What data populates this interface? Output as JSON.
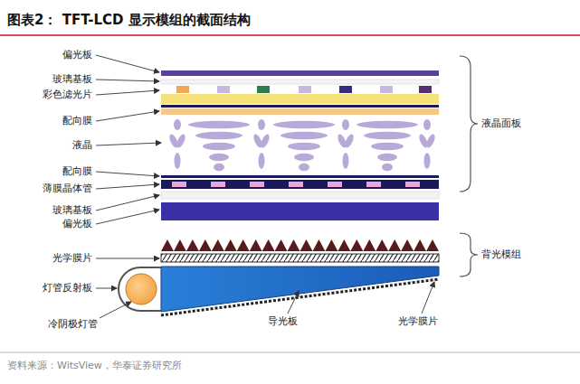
{
  "diagram": {
    "title": "图表2： TFT-LCD 显示模组的截面结构",
    "caption": "资料来源：WitsView，华泰证券研究所",
    "labels": [
      "偏光板",
      "玻璃基板",
      "彩色滤光片",
      "配向膜",
      "液晶",
      "配向膜",
      "薄膜晶体管",
      "玻璃基板",
      "偏光板",
      "光学膜片",
      "灯管反射板",
      "冷阴极灯管",
      "导光板",
      "光学膜片",
      "液晶面板",
      "背光模组"
    ]
  }
}
